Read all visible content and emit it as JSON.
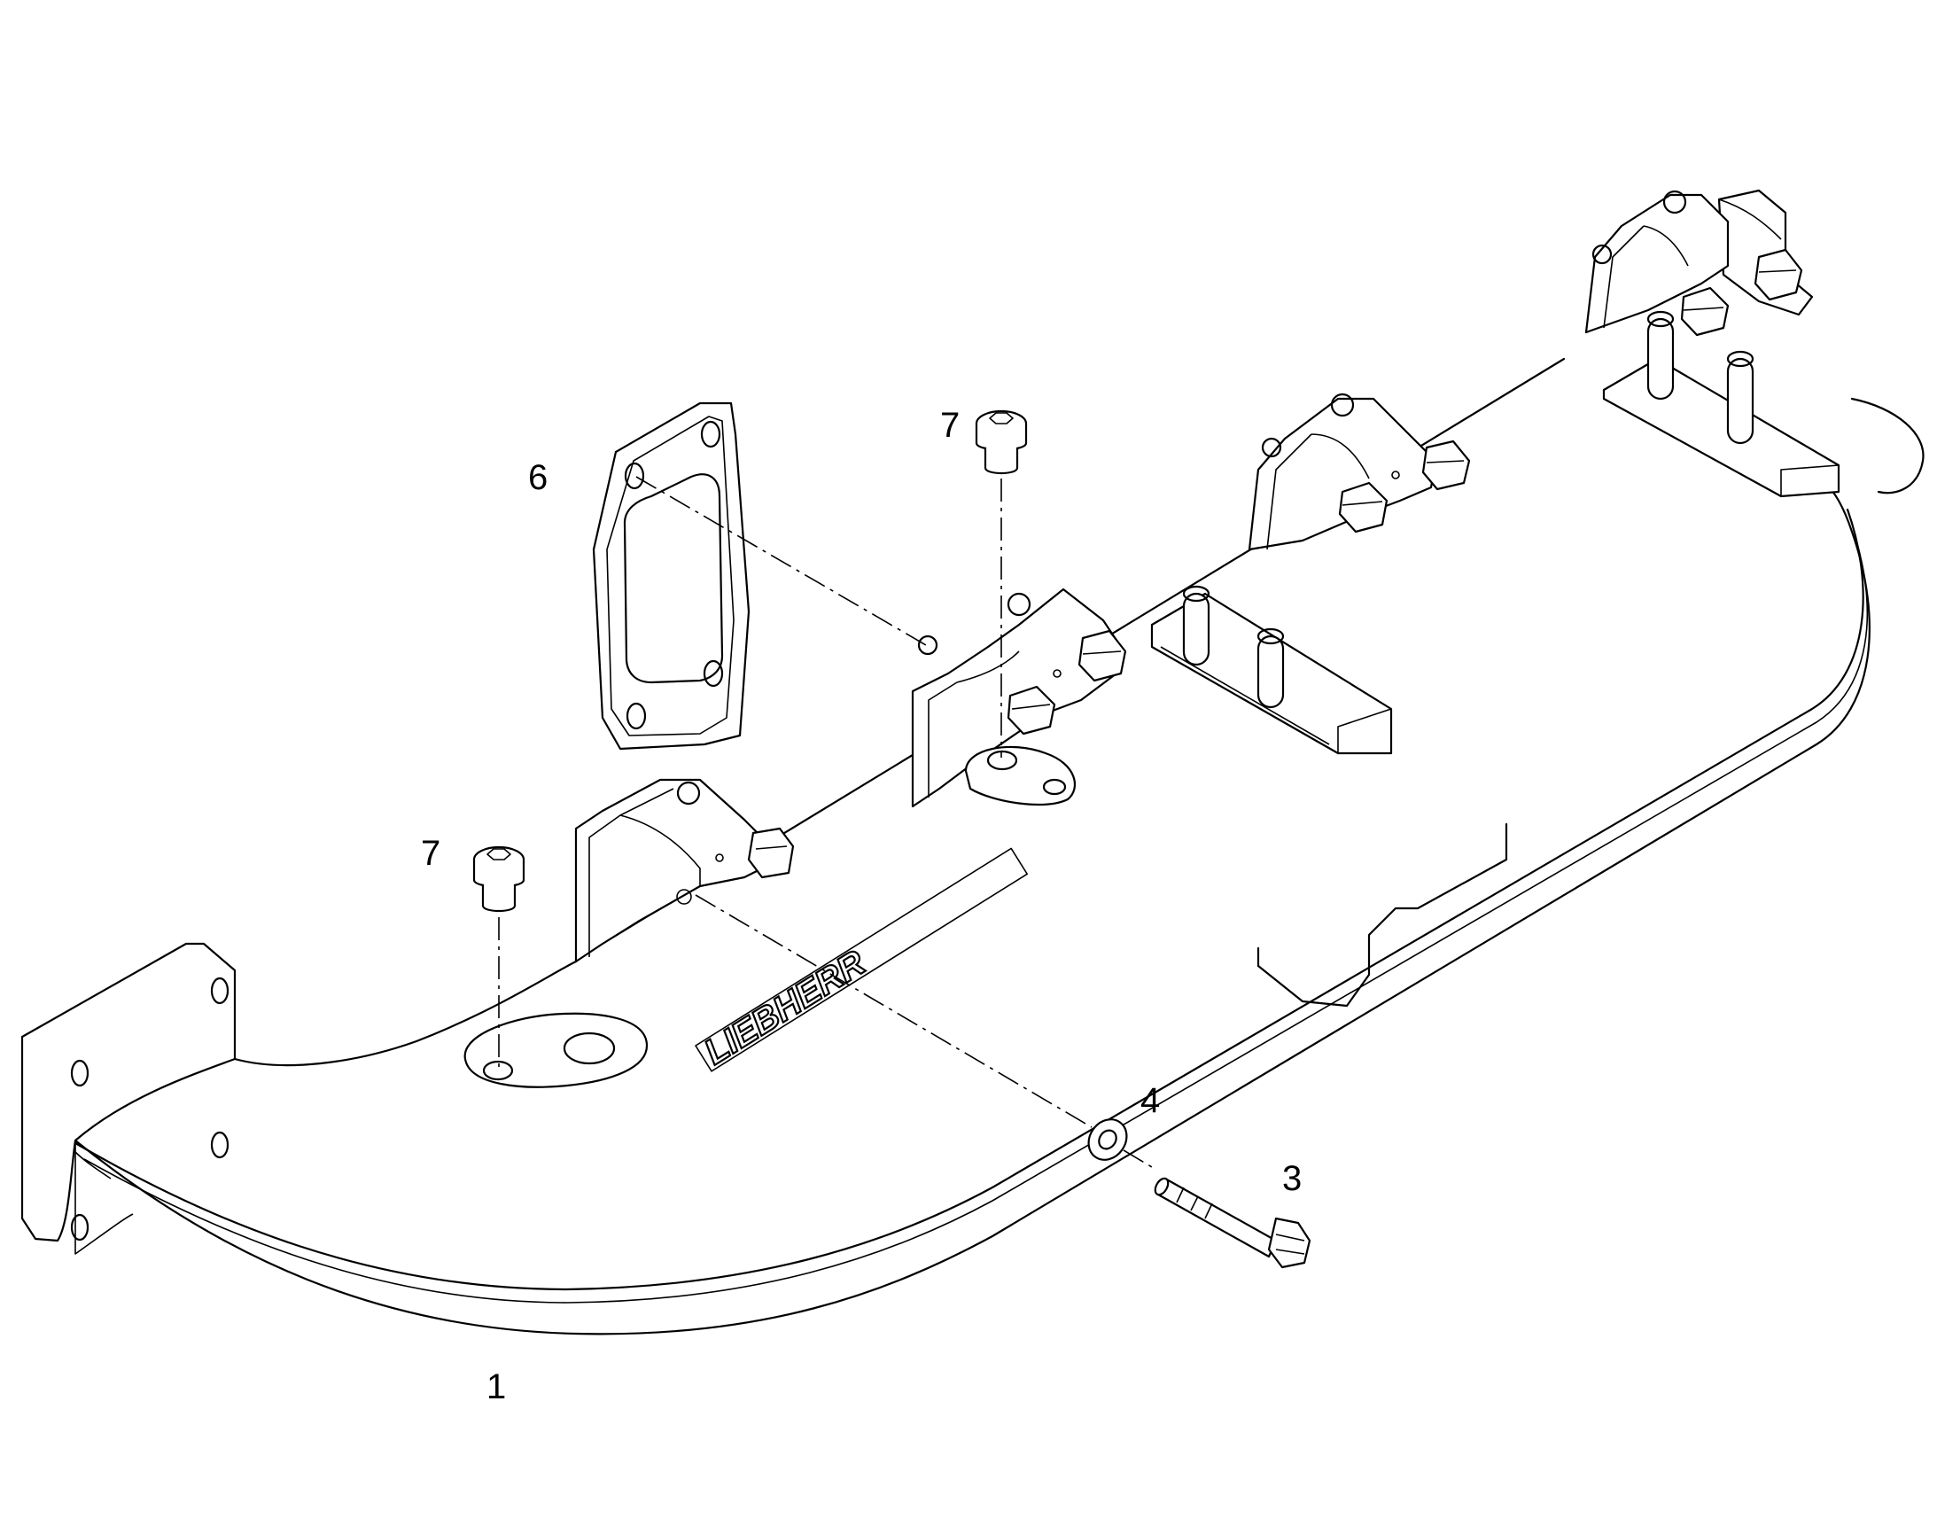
{
  "callouts": [
    {
      "id": "c1",
      "text": "1"
    },
    {
      "id": "c3",
      "text": "3"
    },
    {
      "id": "c4",
      "text": "4"
    },
    {
      "id": "c6",
      "text": "6"
    },
    {
      "id": "c7a",
      "text": "7"
    },
    {
      "id": "c7b",
      "text": "7"
    }
  ],
  "logo_text": "LIEBHERR",
  "colors": {
    "line": "#000000",
    "background": "#ffffff"
  }
}
